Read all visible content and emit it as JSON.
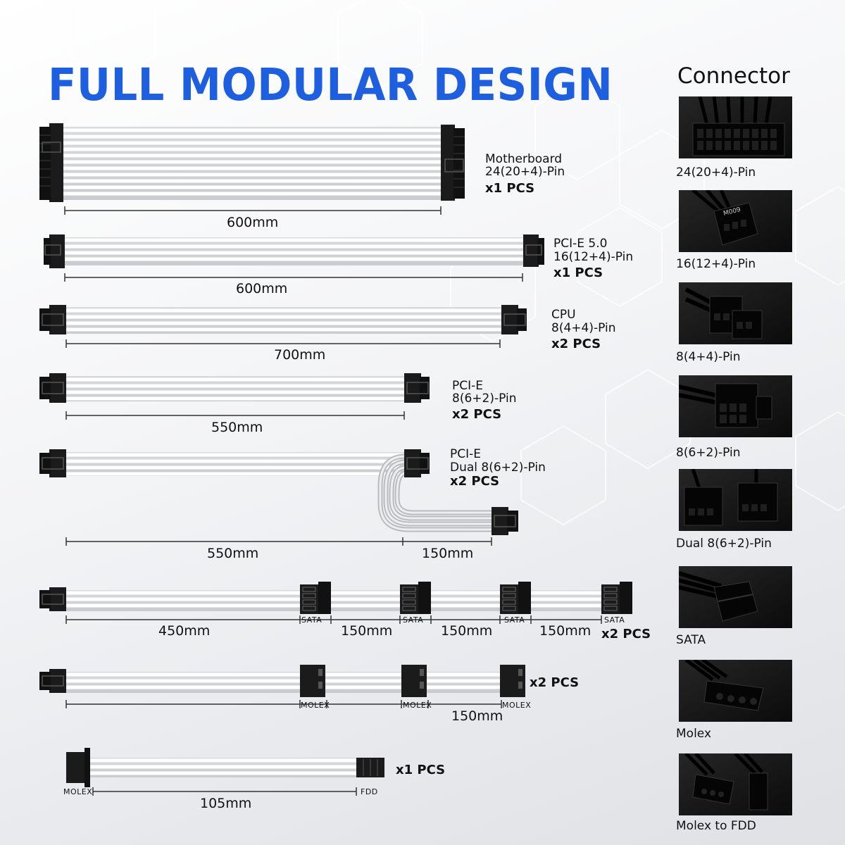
{
  "title": "FULL MODULAR DESIGN",
  "connector_panel": {
    "heading": "Connector",
    "items": [
      {
        "label": "24(20+4)-Pin",
        "icon": "atx-24pin-connector-photo"
      },
      {
        "label": "16(12+4)-Pin",
        "icon": "pcie5-16pin-connector-photo",
        "print": "M009"
      },
      {
        "label": "8(4+4)-Pin",
        "icon": "cpu-8pin-connector-photo"
      },
      {
        "label": "8(6+2)-Pin",
        "icon": "pcie-8pin-connector-photo"
      },
      {
        "label": "Dual 8(6+2)-Pin",
        "icon": "dual-pcie-connector-photo"
      },
      {
        "label": "SATA",
        "icon": "sata-connector-photo"
      },
      {
        "label": "Molex",
        "icon": "molex-connector-photo"
      },
      {
        "label": "Molex to FDD",
        "icon": "molex-fdd-connector-photo"
      }
    ]
  },
  "cables": {
    "motherboard": {
      "name": "Motherboard",
      "pins": "24(20+4)-Pin",
      "qty": "x1 PCS",
      "length": "600mm"
    },
    "pcie5": {
      "name": "PCI-E 5.0",
      "pins": "16(12+4)-Pin",
      "qty": "x1 PCS",
      "length": "600mm"
    },
    "cpu": {
      "name": "CPU",
      "pins": "8(4+4)-Pin",
      "qty": "x2 PCS",
      "length": "700mm"
    },
    "pcie": {
      "name": "PCI-E",
      "pins": "8(6+2)-Pin",
      "qty": "x2 PCS",
      "length": "550mm"
    },
    "pcie_dual": {
      "name": "PCI-E",
      "pins": "Dual 8(6+2)-Pin",
      "qty": "x2 PCS",
      "length_main": "550mm",
      "length_branch": "150mm"
    },
    "sata": {
      "qty": "x2 PCS",
      "tag": "SATA",
      "lengths": [
        "450mm",
        "150mm",
        "150mm",
        "150mm"
      ]
    },
    "molex": {
      "qty": "x2 PCS",
      "tag": "MOLEX",
      "length": "150mm"
    },
    "fdd": {
      "qty": "x1 PCS",
      "tag_start": "MOLEX",
      "tag_end": "FDD",
      "length": "105mm"
    }
  },
  "colors": {
    "title": "#1e5fe0",
    "cable": "#ffffff",
    "connector": "#1b1b1b",
    "dimension": "#333333"
  }
}
